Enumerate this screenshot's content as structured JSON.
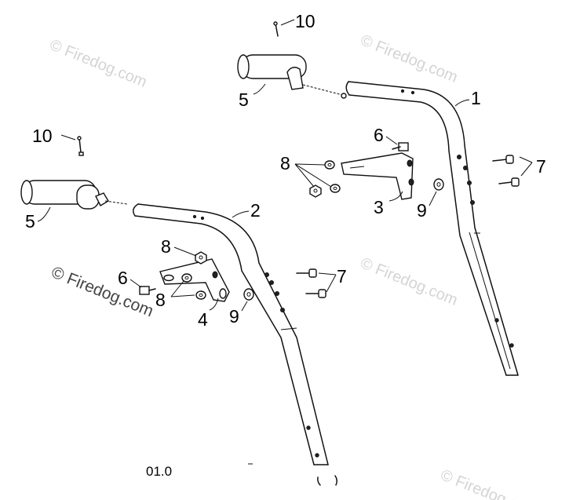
{
  "watermarks": [
    "© Firedog.com",
    "© Firedog.com",
    "© Firedog.com",
    "© Firedog.com",
    "© Firedog.com"
  ],
  "callouts": [
    "1",
    "2",
    "3",
    "4",
    "5",
    "5",
    "6",
    "6",
    "7",
    "7",
    "8",
    "8",
    "8",
    "9",
    "9",
    "10",
    "10"
  ],
  "diagram_code": "01.0"
}
